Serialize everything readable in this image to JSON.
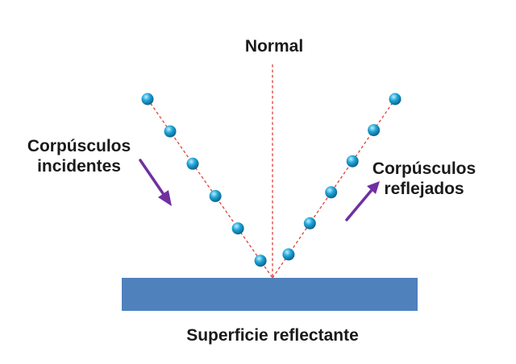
{
  "labels": {
    "normal": "Normal",
    "incident_line1": "Corpúsculos",
    "incident_line2": "incidentes",
    "reflected_line1": "Corpúsculos",
    "reflected_line2": "reflejados",
    "surface": "Superficie reflectante"
  },
  "colors": {
    "surface": "#4f81bd",
    "normal_line": "#e0403a",
    "path_line": "#e0403a",
    "particle": "#1fa6d9",
    "particle_highlight": "#bfefff",
    "arrow": "#7030a0",
    "text": "#1a1a1a"
  },
  "diagram": {
    "incident_particle_count": 6,
    "reflected_particle_count": 6,
    "icons": [
      "incident-arrow-icon",
      "reflected-arrow-icon",
      "particle-icon"
    ]
  }
}
